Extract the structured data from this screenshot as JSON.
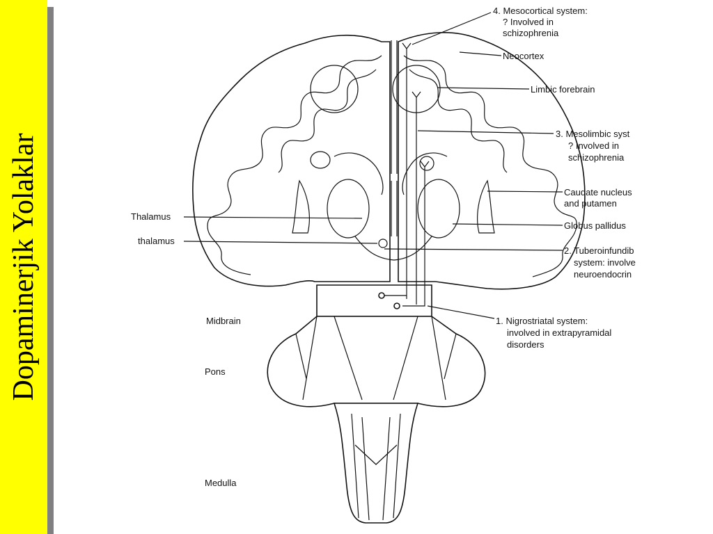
{
  "slide": {
    "title": "Dopaminerjik Yolaklar"
  },
  "colors": {
    "sidebar": "#ffff00",
    "sidebar_shadow": "#808080",
    "line": "#111111"
  },
  "labels": {
    "mesocortical_1": "4. Mesocortical system:",
    "mesocortical_2": "? Involved in",
    "mesocortical_3": "schizophrenia",
    "neocortex": "Neocortex",
    "limbic_forebrain": "Limbic forebrain",
    "mesolimbic_1": "3. Mesolimbic syst",
    "mesolimbic_2": "? Involved in",
    "mesolimbic_3": "schizophrenia",
    "caudate_1": "Caudate nucleus",
    "caudate_2": "and putamen",
    "globus_pallidus": "Globus pallidus",
    "tubero_1": "2. Tuberoinfundib",
    "tubero_2": "system: involve",
    "tubero_3": "neuroendocrin",
    "thalamus": "Thalamus",
    "hypothalamus": "thalamus",
    "midbrain": "Midbrain",
    "nigro_1": "1. Nigrostriatal system:",
    "nigro_2": "involved in extrapyramidal",
    "nigro_3": "disorders",
    "pons": "Pons",
    "medulla": "Medulla"
  }
}
